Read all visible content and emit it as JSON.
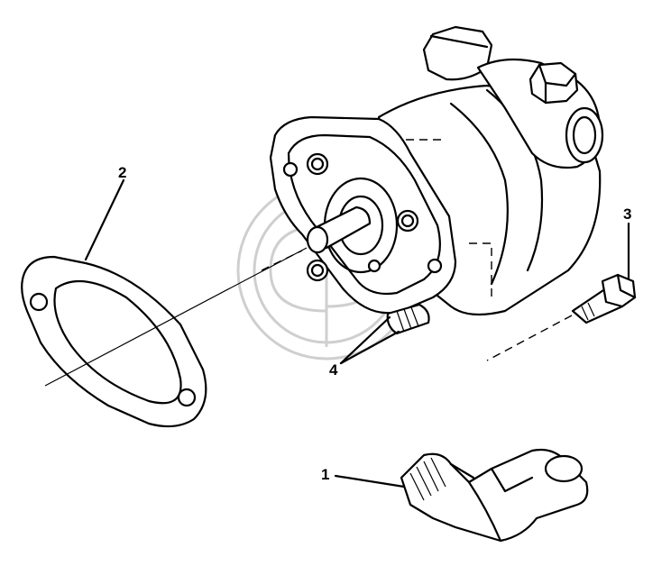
{
  "diagram": {
    "callouts": [
      {
        "id": "1",
        "label": "1"
      },
      {
        "id": "2",
        "label": "2"
      },
      {
        "id": "3",
        "label": "3"
      },
      {
        "id": "4",
        "label": "4"
      }
    ],
    "watermark": "logo-watermark"
  }
}
